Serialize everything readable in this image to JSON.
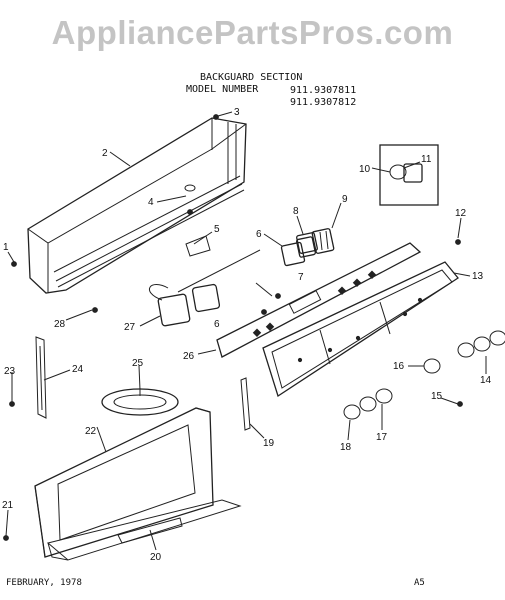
{
  "watermark": "AppliancePartsPros.com",
  "header": {
    "section": "BACKGUARD SECTION",
    "model_label": "MODEL NUMBER",
    "model_1": "911.9307811",
    "model_2": "911.9307812"
  },
  "footer": {
    "date": "FEBRUARY, 1978",
    "code": "A5"
  },
  "callouts": [
    "1",
    "2",
    "3",
    "4",
    "5",
    "6",
    "6",
    "7",
    "8",
    "9",
    "10",
    "11",
    "12",
    "13",
    "14",
    "15",
    "16",
    "17",
    "18",
    "19",
    "20",
    "21",
    "22",
    "23",
    "24",
    "25",
    "26",
    "27",
    "28"
  ]
}
